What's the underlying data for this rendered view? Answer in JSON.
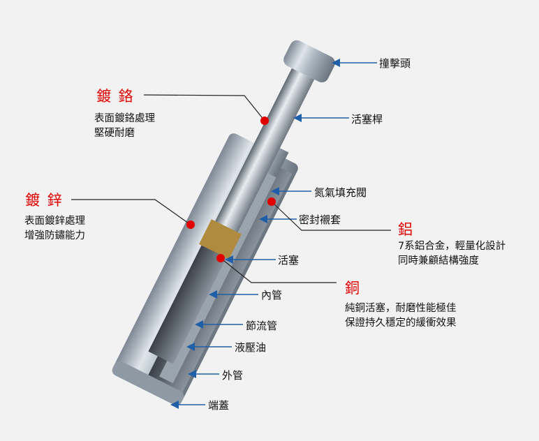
{
  "parts": [
    {
      "id": "strike-cap",
      "label": "撞擊頭"
    },
    {
      "id": "piston-rod",
      "label": "活塞桿"
    },
    {
      "id": "nitrogen-valve",
      "label": "氮氣填充閥"
    },
    {
      "id": "seal-bushing",
      "label": "密封襯套"
    },
    {
      "id": "piston",
      "label": "活塞"
    },
    {
      "id": "inner-tube",
      "label": "內管"
    },
    {
      "id": "throttle-tube",
      "label": "節流管"
    },
    {
      "id": "hydraulic-oil",
      "label": "液壓油"
    },
    {
      "id": "outer-tube",
      "label": "外管"
    },
    {
      "id": "end-cap",
      "label": "端蓋"
    }
  ],
  "features": [
    {
      "id": "chrome",
      "title": "鍍 鉻",
      "lines": [
        "表面鍍鉻處理",
        "堅硬耐磨"
      ]
    },
    {
      "id": "zinc",
      "title": "鍍 鋅",
      "lines": [
        "表面鍍鋅處理",
        "增強防鏽能力"
      ]
    },
    {
      "id": "aluminum",
      "title": "鋁",
      "lines": [
        "7系鋁合金，輕量化設計",
        "同時兼顧結構強度"
      ]
    },
    {
      "id": "copper",
      "title": "銅",
      "lines": [
        "純銅活塞，耐磨性能極佳",
        "保證持久穩定的緩衝效果"
      ]
    }
  ],
  "colors": {
    "accent": "#e00000",
    "arrow": "#1f5fa8",
    "background": "#f2f2f2"
  }
}
